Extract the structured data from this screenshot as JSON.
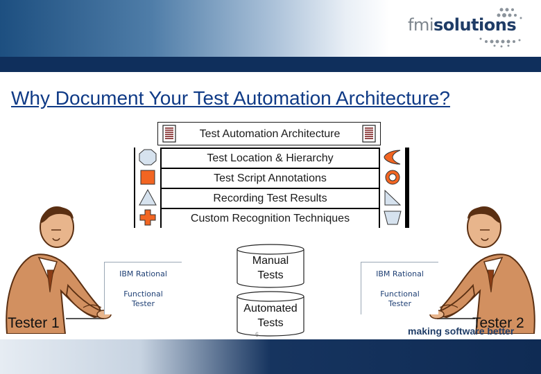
{
  "brand": {
    "logo_part1": "fmi",
    "logo_part2": "solutions",
    "tagline": "making software better"
  },
  "slide": {
    "title": "Why Document Your Test Automation Architecture?",
    "page_number": "6"
  },
  "architecture": {
    "header": "Test Automation Architecture",
    "header_icon": "document-icon",
    "rows": [
      {
        "label": "Test Location & Hierarchy",
        "left_shape": "octagon-icon",
        "right_shape": "crescent-icon"
      },
      {
        "label": "Test Script Annotations",
        "left_shape": "square-icon",
        "right_shape": "ring-icon"
      },
      {
        "label": "Recording Test Results",
        "left_shape": "triangle-icon",
        "right_shape": "right-triangle-icon"
      },
      {
        "label": "Custom Recognition Techniques",
        "left_shape": "cross-icon",
        "right_shape": "trapezoid-icon"
      }
    ]
  },
  "repositories": {
    "manual": {
      "line1": "Manual",
      "line2": "Tests"
    },
    "automated": {
      "line1": "Automated",
      "line2": "Tests"
    }
  },
  "tools": {
    "left": {
      "title": "IBM Rational",
      "line1": "Functional",
      "line2": "Tester"
    },
    "right": {
      "title": "IBM Rational",
      "line1": "Functional",
      "line2": "Tester"
    }
  },
  "testers": {
    "left": "Tester 1",
    "right": "Tester 2"
  },
  "colors": {
    "title_blue": "#0f3a86",
    "header_navy": "#0f2f5c",
    "shape_fill_blue": "#d6e2ee",
    "shape_fill_orange": "#f26522",
    "tester_skin": "#e8b58c",
    "tester_suit": "#d29060"
  }
}
